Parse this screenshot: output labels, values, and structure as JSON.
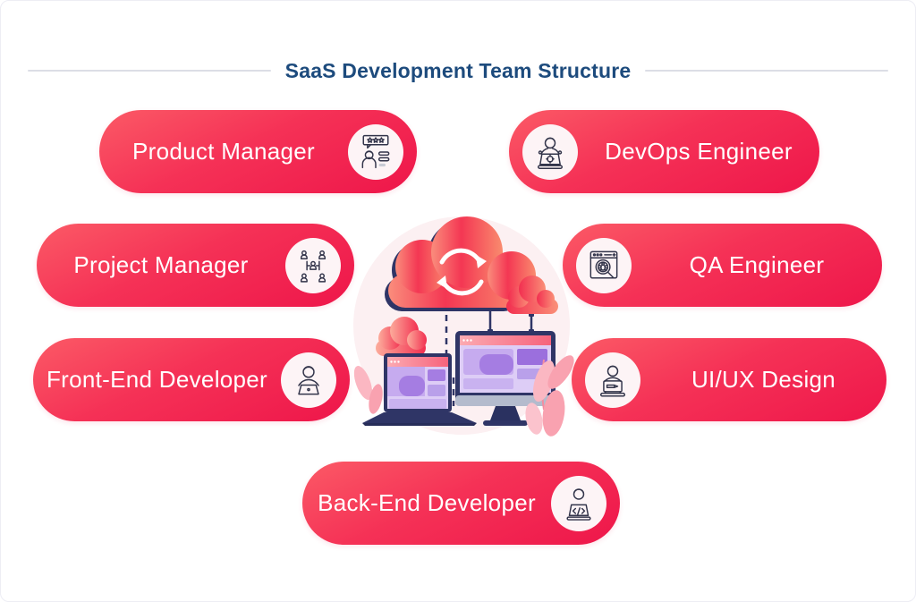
{
  "title": "SaaS Development Team Structure",
  "pills": [
    {
      "label": "Product Manager",
      "icon": "product-manager-icon",
      "icon_side": "right"
    },
    {
      "label": "DevOps Engineer",
      "icon": "devops-engineer-icon",
      "icon_side": "left"
    },
    {
      "label": "Project Manager",
      "icon": "project-manager-icon",
      "icon_side": "right"
    },
    {
      "label": "QA Engineer",
      "icon": "qa-engineer-icon",
      "icon_side": "left"
    },
    {
      "label": "Front-End Developer",
      "icon": "front-end-developer-icon",
      "icon_side": "right"
    },
    {
      "label": "UI/UX Design",
      "icon": "ui-ux-design-icon",
      "icon_side": "left"
    },
    {
      "label": "Back-End Developer",
      "icon": "back-end-developer-icon",
      "icon_side": "right"
    }
  ],
  "illustration": {
    "name": "cloud-sync-devices-illustration"
  },
  "colors": {
    "pill_gradient_start": "#fb5a66",
    "pill_gradient_end": "#ee164a",
    "icon_circle_bg": "#fdf4f6",
    "icon_stroke": "#32344a",
    "title_text": "#1d4b7d",
    "title_line": "#dcdee6",
    "navy": "#2f3566",
    "cloud_red": "#f23752",
    "cloud_coral": "#f98b74",
    "screen_purple_light": "#ddcdf6",
    "screen_purple": "#a57de2",
    "screen_header_pink": "#f9788a",
    "background_blob": "#fcf0f2",
    "leaf_pink": "#f9a2b0"
  }
}
